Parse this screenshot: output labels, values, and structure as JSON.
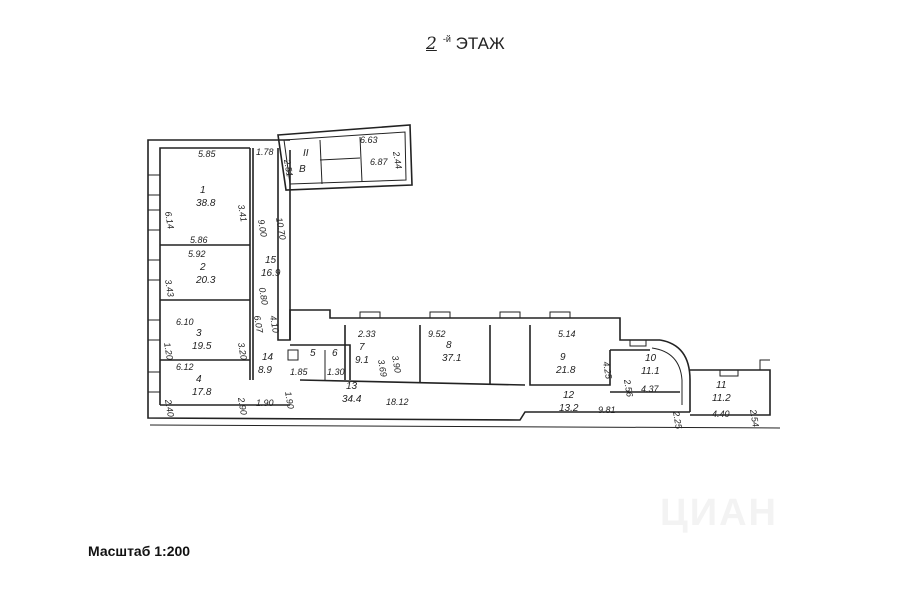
{
  "title": {
    "floor_number": "2",
    "floor_suffix": "-й",
    "floor_word": "ЭТАЖ"
  },
  "scale_label": "Масштаб 1:200",
  "watermark": "ЦИАН",
  "rooms": [
    {
      "number": "1",
      "area": "38.8"
    },
    {
      "number": "2",
      "area": "20.3"
    },
    {
      "number": "3",
      "area": "19.5"
    },
    {
      "number": "4",
      "area": "17.8"
    },
    {
      "number": "5",
      "area": ""
    },
    {
      "number": "6",
      "area": ""
    },
    {
      "number": "7",
      "area": "9.1"
    },
    {
      "number": "8",
      "area": "37.1"
    },
    {
      "number": "9",
      "area": "21.8"
    },
    {
      "number": "10",
      "area": "11.1"
    },
    {
      "number": "11",
      "area": "11.2"
    },
    {
      "number": "12",
      "area": "13.2"
    },
    {
      "number": "13",
      "area": "34.4"
    },
    {
      "number": "14",
      "area": "8.9"
    },
    {
      "number": "15",
      "area": "16.9"
    }
  ],
  "stair": {
    "number": "II",
    "letter": "В"
  },
  "dimensions": [
    "5.85",
    "1.78",
    "2.51",
    "6.63",
    "2.44",
    "6.87",
    "6.14",
    "3.41",
    "9.00",
    "10.70",
    "5.86",
    "5.92",
    "3.43",
    "0.80",
    "6.10",
    "1.20",
    "3.20",
    "6.07",
    "4.10",
    "6.12",
    "2.40",
    "2.90",
    "1.90",
    "1.90",
    "1.85",
    "1.30",
    "18.12",
    "2.33",
    "3.69",
    "3.90",
    "9.52",
    "5.14",
    "4.25",
    "2.56",
    "4.37",
    "9.81",
    "2.25",
    "4.40",
    "2.54"
  ]
}
